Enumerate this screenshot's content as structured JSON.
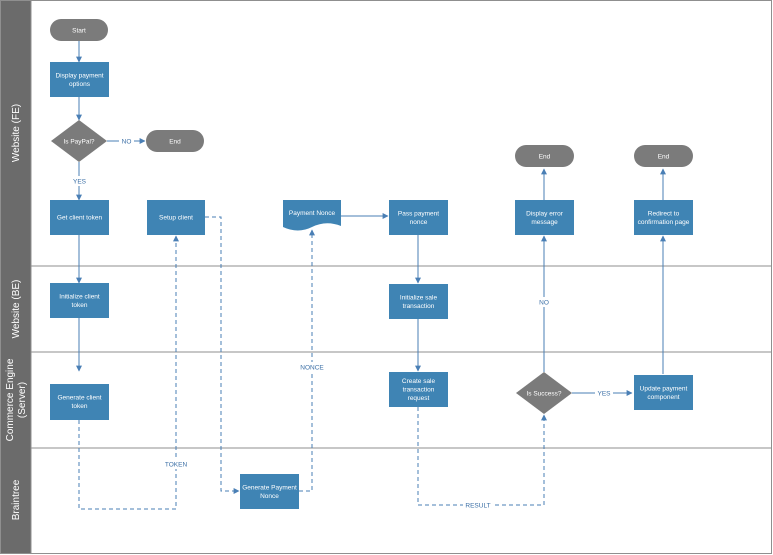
{
  "colors": {
    "box": "#3f84b4",
    "terminator": "#7b7b7b",
    "lane_header": "#6b6b6b",
    "edge": "#4a7fb5",
    "divider": "#8f8f8f"
  },
  "lanes": [
    {
      "id": "fe",
      "label": "Website (FE)"
    },
    {
      "id": "be",
      "label": "Website (BE)"
    },
    {
      "id": "server",
      "label": "Commerce Engine",
      "label2": "(Server)"
    },
    {
      "id": "bt",
      "label": "Braintree"
    }
  ],
  "nodes": {
    "start": "Start",
    "display_payment": [
      "Display payment",
      "options"
    ],
    "is_paypal": "Is PayPal?",
    "end_paypal": "End",
    "get_client_token": "Get client token",
    "setup_client": "Setup client",
    "payment_nonce": "Payment Nonce",
    "pass_payment_nonce": [
      "Pass payment",
      "nonce"
    ],
    "end_error": "End",
    "display_error": [
      "Display error",
      "message"
    ],
    "end_confirm": "End",
    "redirect_confirm": [
      "Redirect to",
      "confirmation page"
    ],
    "init_client_token": [
      "Initialize client",
      "token"
    ],
    "init_sale": [
      "Initialize sale",
      "transaction"
    ],
    "generate_client_token": [
      "Generate client",
      "token"
    ],
    "create_sale": [
      "Create sale",
      "transaction",
      "request"
    ],
    "is_success": "Is Success?",
    "update_payment": [
      "Update payment",
      "component"
    ],
    "generate_payment_nonce": [
      "Generate Payment",
      "Nonce"
    ]
  },
  "edge_labels": {
    "no_paypal": "NO",
    "yes_paypal": "YES",
    "no_success": "NO",
    "yes_success": "YES",
    "nonce": "NONCE",
    "token": "TOKEN",
    "result": "RESULT"
  }
}
